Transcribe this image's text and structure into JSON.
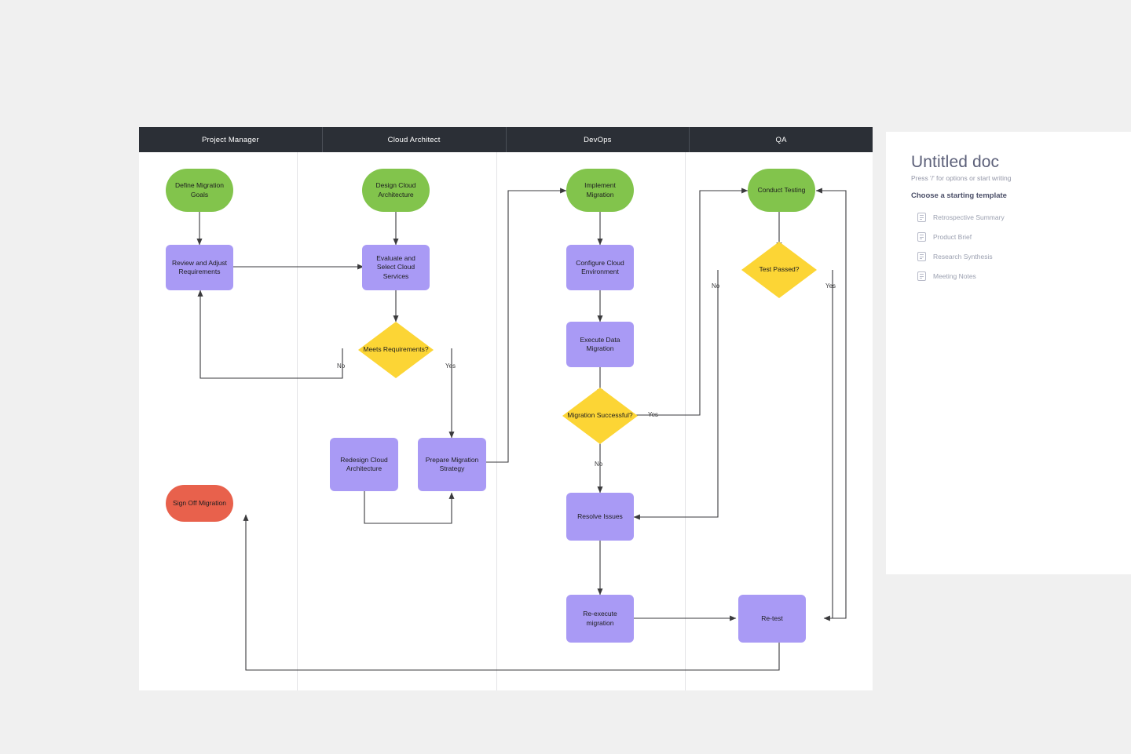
{
  "diagram": {
    "lanes": [
      {
        "name": "Project Manager"
      },
      {
        "name": "Cloud Architect"
      },
      {
        "name": "DevOps"
      },
      {
        "name": "QA"
      }
    ],
    "nodes": [
      {
        "id": "define-migration-goals",
        "label": "Define Migration Goals",
        "type": "start",
        "lane": "Project Manager"
      },
      {
        "id": "review-and-adjust",
        "label": "Review and Adjust Requirements",
        "type": "process",
        "lane": "Project Manager"
      },
      {
        "id": "sign-off-migration",
        "label": "Sign Off Migration",
        "type": "end",
        "lane": "Project Manager"
      },
      {
        "id": "design-cloud-architecture",
        "label": "Design Cloud Architecture",
        "type": "start",
        "lane": "Cloud Architect"
      },
      {
        "id": "evaluate-select-services",
        "label": "Evaluate and Select Cloud Services",
        "type": "process",
        "lane": "Cloud Architect"
      },
      {
        "id": "meets-requirements",
        "label": "Meets Requirements?",
        "type": "decision",
        "lane": "Cloud Architect"
      },
      {
        "id": "redesign-cloud-architecture",
        "label": "Redesign Cloud Architecture",
        "type": "process",
        "lane": "Cloud Architect"
      },
      {
        "id": "prepare-migration-strategy",
        "label": "Prepare Migration Strategy",
        "type": "process",
        "lane": "Cloud Architect"
      },
      {
        "id": "implement-migration",
        "label": "Implement Migration",
        "type": "start",
        "lane": "DevOps"
      },
      {
        "id": "configure-cloud-environment",
        "label": "Configure Cloud Environment",
        "type": "process",
        "lane": "DevOps"
      },
      {
        "id": "execute-data-migration",
        "label": "Execute Data Migration",
        "type": "process",
        "lane": "DevOps"
      },
      {
        "id": "migration-successful",
        "label": "Migration Successful?",
        "type": "decision",
        "lane": "DevOps"
      },
      {
        "id": "resolve-issues",
        "label": "Resolve Issues",
        "type": "process",
        "lane": "DevOps"
      },
      {
        "id": "re-execute-migration",
        "label": "Re-execute migration",
        "type": "process",
        "lane": "DevOps"
      },
      {
        "id": "conduct-testing",
        "label": "Conduct Testing",
        "type": "start",
        "lane": "QA"
      },
      {
        "id": "test-passed",
        "label": "Test Passed?",
        "type": "decision",
        "lane": "QA"
      },
      {
        "id": "re-test",
        "label": "Re-test",
        "type": "process",
        "lane": "QA"
      }
    ],
    "edge_labels": [
      {
        "id": "meets-requirements-no",
        "text": "No"
      },
      {
        "id": "meets-requirements-yes",
        "text": "Yes"
      },
      {
        "id": "migration-successful-yes",
        "text": "Yes"
      },
      {
        "id": "migration-successful-no",
        "text": "No"
      },
      {
        "id": "test-passed-no",
        "text": "No"
      },
      {
        "id": "test-passed-yes",
        "text": "Yes"
      }
    ],
    "colors": {
      "start": "#82c44c",
      "process": "#a99af5",
      "decision": "#fcd535",
      "end": "#e8614c",
      "lane_header_bg": "#2b2f36",
      "lane_header_text": "#ffffff",
      "connector": "#3a3a3c",
      "board_bg": "#ffffff",
      "page_bg": "#f0f0f0"
    }
  },
  "doc_panel": {
    "title": "Untitled doc",
    "hint": "Press '/' for options or start writing",
    "templates_heading": "Choose a starting template",
    "templates": [
      {
        "label": "Retrospective Summary",
        "icon": "document-icon"
      },
      {
        "label": "Product Brief",
        "icon": "document-icon"
      },
      {
        "label": "Research Synthesis",
        "icon": "document-icon"
      },
      {
        "label": "Meeting Notes",
        "icon": "document-icon"
      }
    ]
  }
}
